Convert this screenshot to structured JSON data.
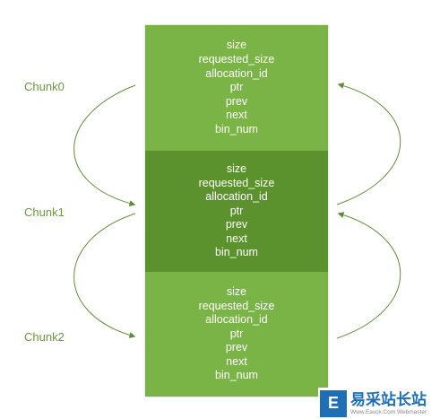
{
  "colors": {
    "chunk_light": "#7ab446",
    "chunk_dark": "#5c922e",
    "arrow": "#5f8f35",
    "label": "#6a9a3c",
    "watermark_blue": "#1f6fb8"
  },
  "chunks": [
    {
      "label": "Chunk0",
      "fields": [
        "size",
        "requested_size",
        "allocation_id",
        "ptr",
        "prev",
        "next",
        "bin_num"
      ]
    },
    {
      "label": "Chunk1",
      "fields": [
        "size",
        "requested_size",
        "allocation_id",
        "ptr",
        "prev",
        "next",
        "bin_num"
      ]
    },
    {
      "label": "Chunk2",
      "fields": [
        "size",
        "requested_size",
        "allocation_id",
        "ptr",
        "prev",
        "next",
        "bin_num"
      ]
    }
  ],
  "watermark": {
    "logo_glyph": "E",
    "title": "易采站长站",
    "subtitle": "Www.Easck.Com Webmaster"
  }
}
